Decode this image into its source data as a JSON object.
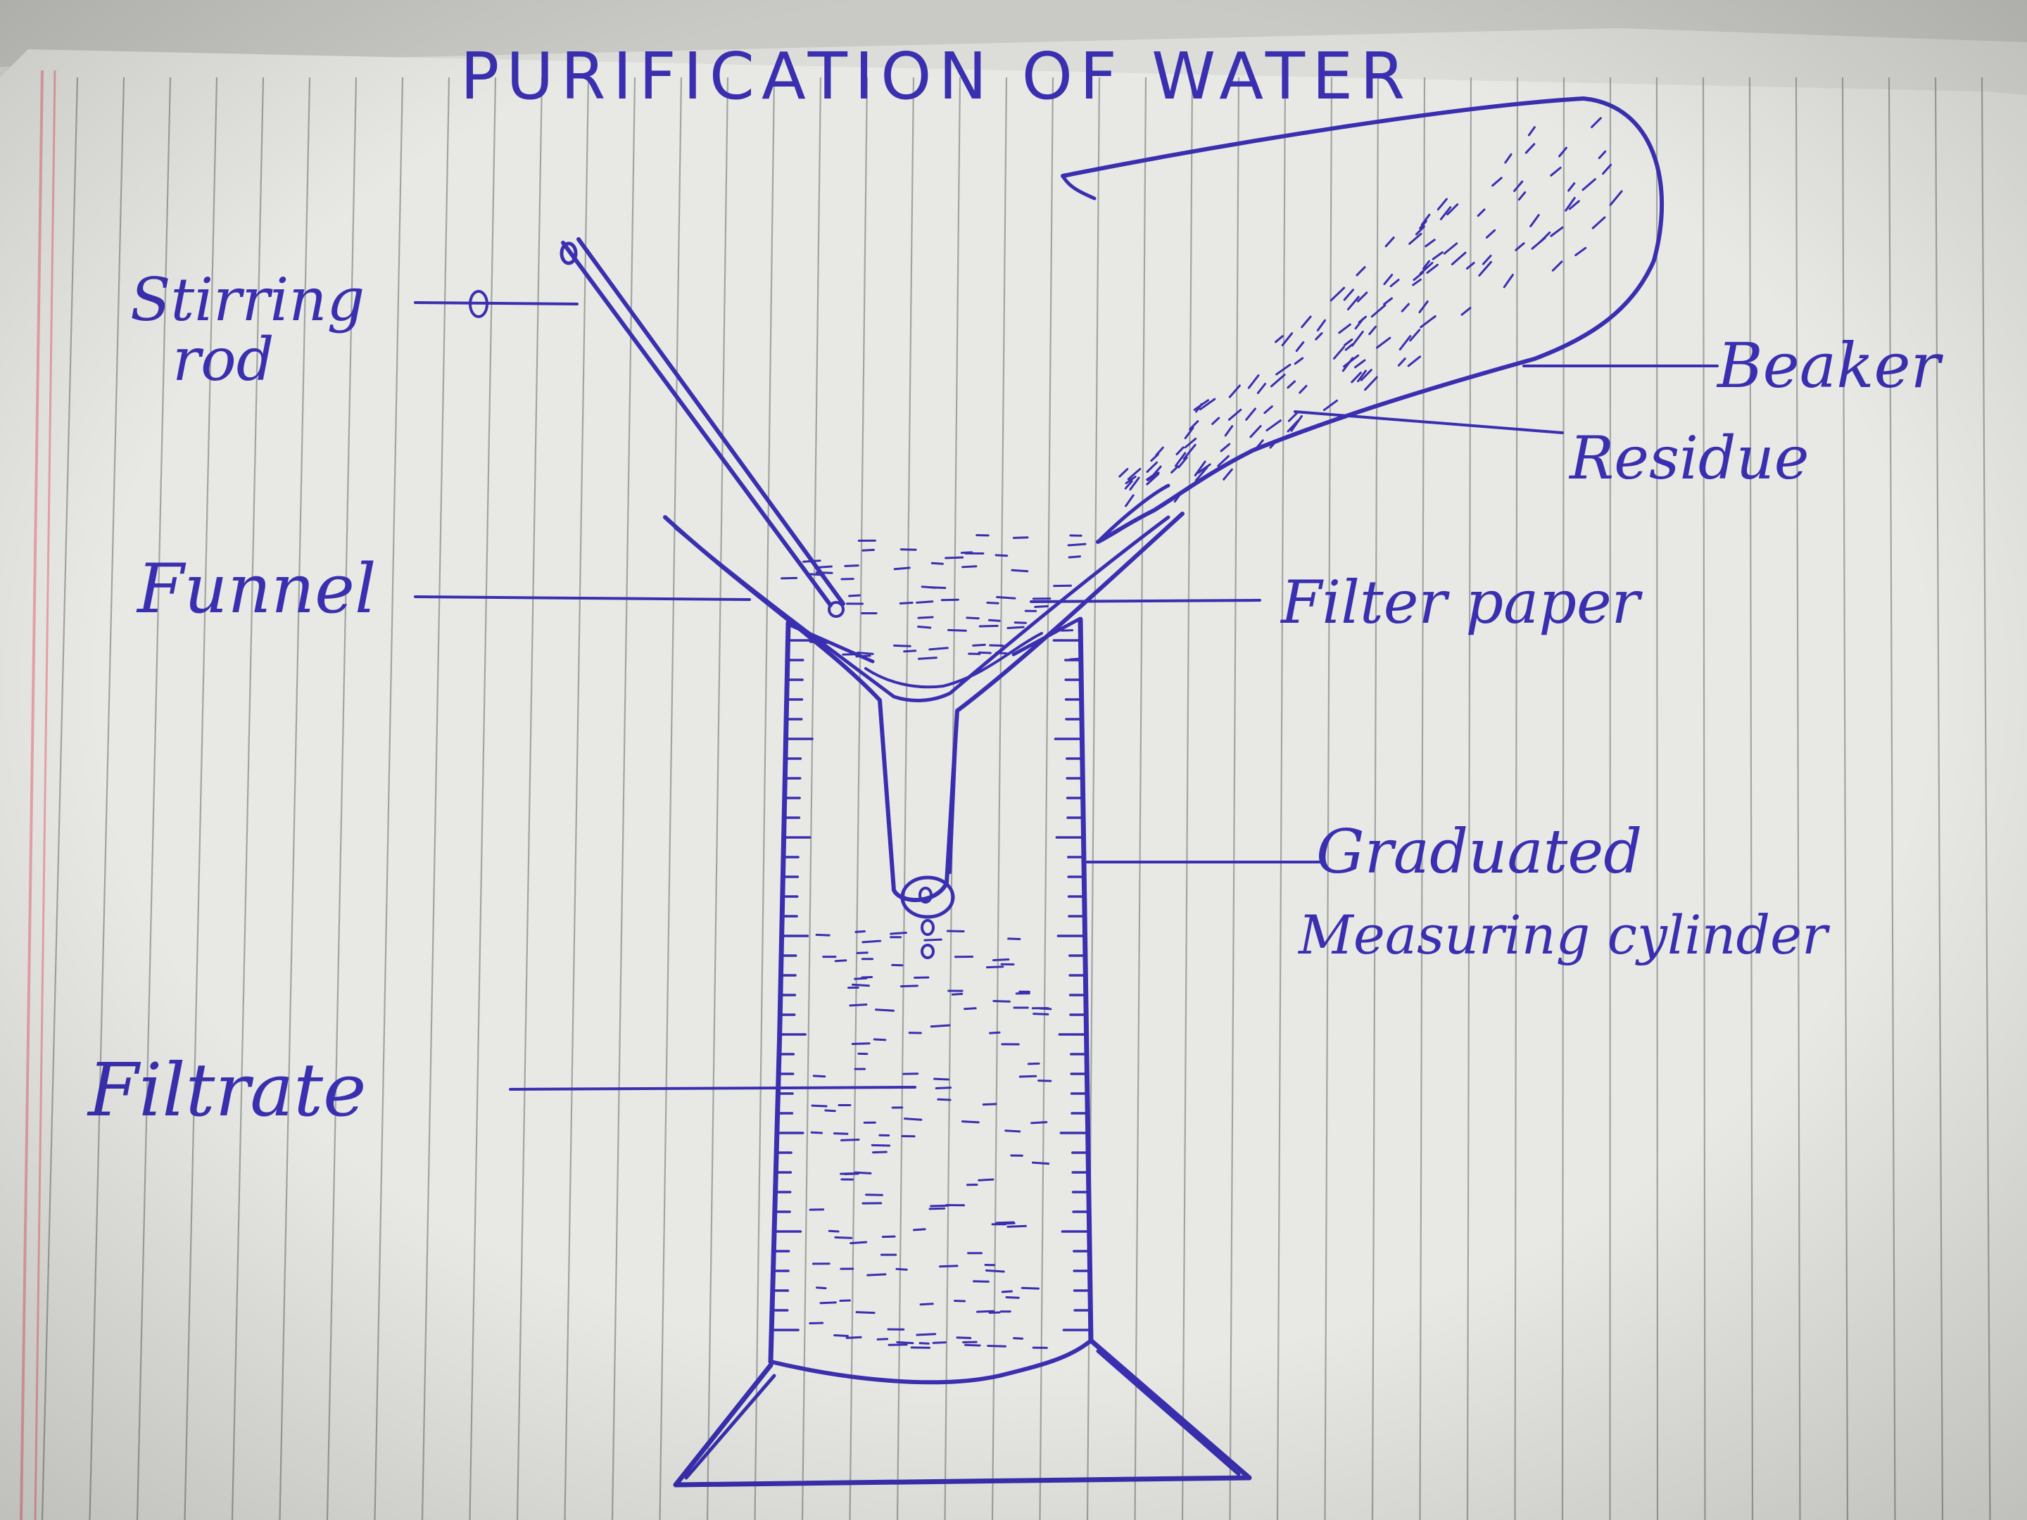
{
  "title": "PURIFICATION OF WATER",
  "labels": {
    "stirring_rod_line1": "Stirring",
    "stirring_rod_line2": "rod",
    "funnel": "Funnel",
    "filter_paper": "Filter paper",
    "beaker": "Beaker",
    "residue": "Residue",
    "graduated_line1": "Graduated",
    "graduated_line2": "Measuring cylinder",
    "filtrate": "Filtrate"
  },
  "colors": {
    "ink": "#3a2fb0",
    "paper": "#e9e9e4",
    "rule_line": "#8a8d8c",
    "margin_line": "#e7a3a8"
  }
}
